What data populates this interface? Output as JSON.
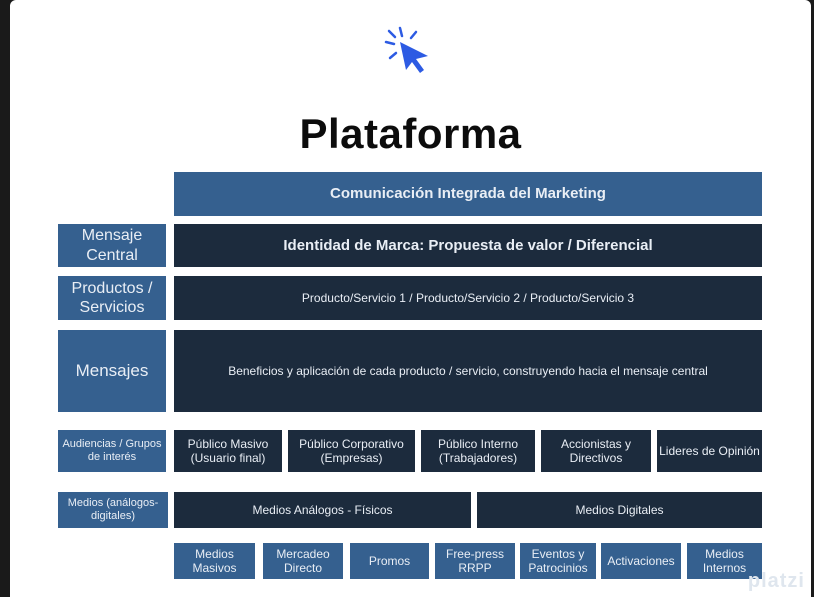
{
  "title": "Plataforma",
  "cursor_icon": "pointer-click-icon",
  "top_banner": "Comunicación Integrada del Marketing",
  "rows": {
    "mensaje_central": {
      "label": "Mensaje Central",
      "content": "Identidad de Marca: Propuesta de valor / Diferencial"
    },
    "productos": {
      "label": "Productos / Servicios",
      "content": "Producto/Servicio 1 / Producto/Servicio 2 / Producto/Servicio 3"
    },
    "mensajes": {
      "label": "Mensajes",
      "content": "Beneficios y aplicación de cada producto / servicio, construyendo  hacia el mensaje central"
    },
    "audiencias": {
      "label": "Audiencias / Grupos de interés",
      "items": [
        "Público Masivo (Usuario final)",
        "Público Corporativo (Empresas)",
        "Público Interno (Trabajadores)",
        "Accionistas y Directivos",
        "Lideres de Opinión"
      ]
    },
    "medios": {
      "label": "Medios (análogos-digitales)",
      "groups": [
        "Medios Análogos - Físicos",
        "Medios Digitales"
      ]
    },
    "canales": [
      "Medios Masivos",
      "Mercadeo Directo",
      "Promos",
      "Free-press RRPP",
      "Eventos y Patrocinios",
      "Activaciones",
      "Medios Internos"
    ]
  },
  "watermark": "platzi",
  "colors": {
    "dark_box": "#1c2b3d",
    "blue_box": "#35608f",
    "accent": "#2d5be3"
  }
}
